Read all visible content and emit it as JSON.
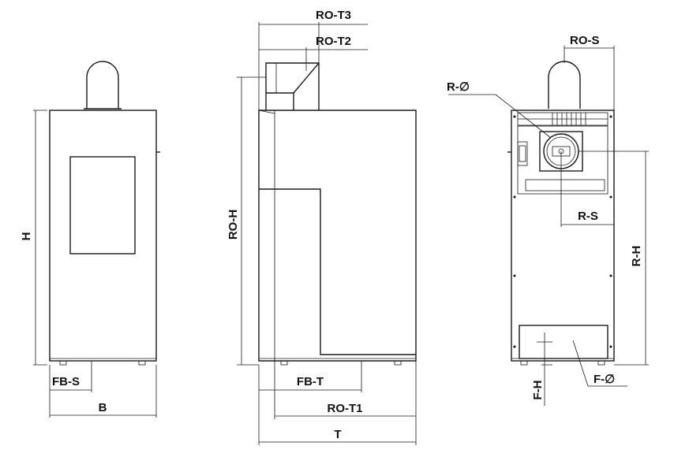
{
  "labels": {
    "front_height": "H",
    "front_width": "B",
    "front_fb_s": "FB-S",
    "side_ro_t3": "RO-T3",
    "side_ro_t2": "RO-T2",
    "side_ro_h": "RO-H",
    "side_fb_t": "FB-T",
    "side_ro_t1": "RO-T1",
    "side_depth": "T",
    "rear_ro_s": "RO-S",
    "rear_r_diam": "R-∅",
    "rear_r_s": "R-S",
    "rear_r_h": "R-H",
    "rear_f_h": "F-H",
    "rear_f_diam": "F-∅"
  }
}
